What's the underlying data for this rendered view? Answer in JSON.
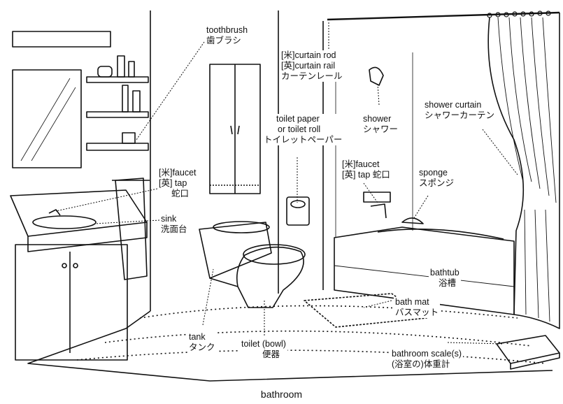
{
  "labels": {
    "toothbrush": {
      "en": "toothbrush",
      "ja": "歯ブラシ"
    },
    "curtain_rod": {
      "en_us": "[米]curtain rod",
      "en_uk": "[英]curtain rail",
      "ja": "カーテンレール"
    },
    "toilet_paper": {
      "en": "toilet paper",
      "en2": "or toilet roll",
      "ja": "トイレットペーパー"
    },
    "shower": {
      "en": "shower",
      "ja": "シャワー"
    },
    "shower_curtain": {
      "en": "shower curtain",
      "ja": "シャワーカーテン"
    },
    "faucet_left": {
      "en_us": "[米]faucet",
      "en_uk": "[英] tap",
      "ja": "蛇口"
    },
    "sink": {
      "en": "sink",
      "ja": "洗面台"
    },
    "faucet_right": {
      "en_us": "[米]faucet",
      "en_uk": "[英] tap  蛇口"
    },
    "sponge": {
      "en": "sponge",
      "ja": "スポンジ"
    },
    "bathtub": {
      "en": "bathtub",
      "ja": "浴槽"
    },
    "bath_mat": {
      "en": "bath mat",
      "ja": "バスマット"
    },
    "tank": {
      "en": "tank",
      "ja": "タンク"
    },
    "toilet": {
      "en": "toilet (bowl)",
      "ja": "便器"
    },
    "scale": {
      "en": "bathroom scale(s)",
      "ja": "(浴室の)体重計"
    }
  },
  "caption": "bathroom"
}
